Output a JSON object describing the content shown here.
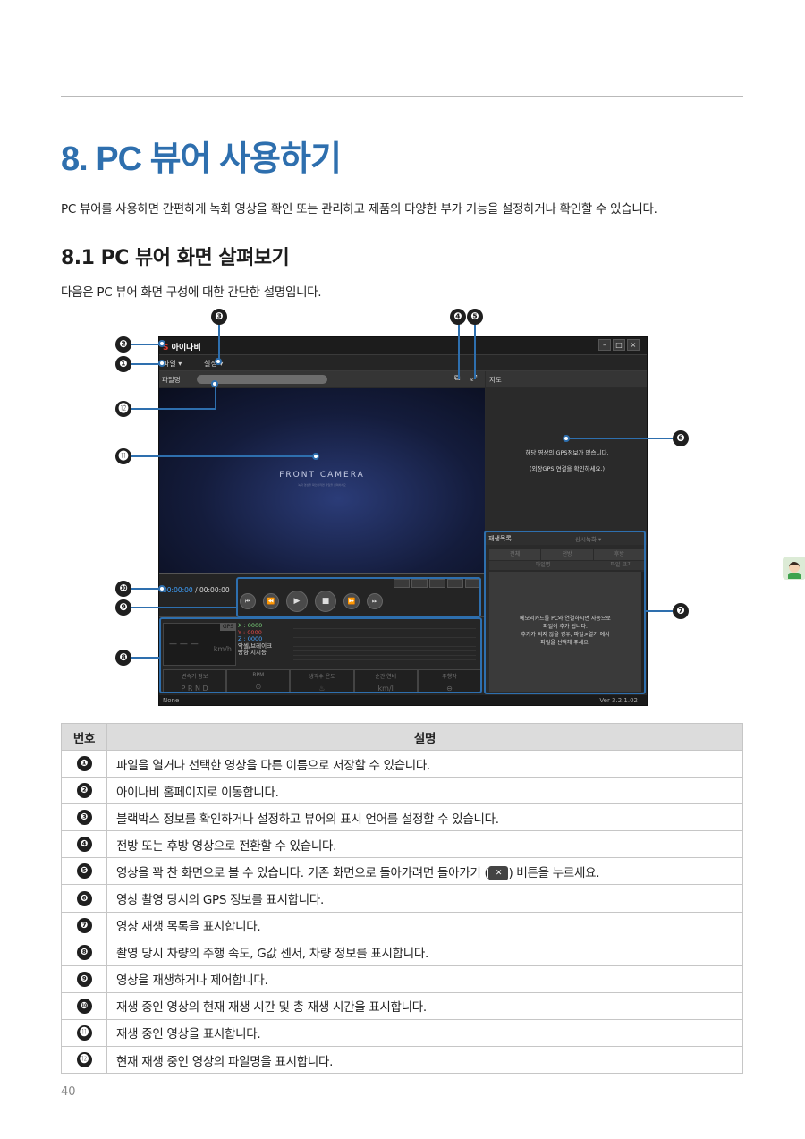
{
  "heading": "8.  PC 뷰어 사용하기",
  "intro": "PC 뷰어를 사용하면 간편하게 녹화 영상을 확인 또는 관리하고 제품의 다양한 부가 기능을 설정하거나 확인할 수 있습니다.",
  "subheading": "8.1   PC 뷰어 화면 살펴보기",
  "subintro": "다음은 PC 뷰어 화면 구성에 대한 간단한 설명입니다.",
  "callouts": [
    "❶",
    "❷",
    "❸",
    "❹",
    "❺",
    "❻",
    "❼",
    "❽",
    "❾",
    "❿",
    "⓫",
    "⓬"
  ],
  "app": {
    "logo_mark": "S",
    "logo_text": "아이나비",
    "win_min": "–",
    "win_max": "□",
    "win_close": "×",
    "menu_file": "파일 ▾",
    "menu_settings": "설정 ▾",
    "file_label": "파일명",
    "map_label": "지도",
    "front_camera": "FRONT CAMERA",
    "front_camera_note": "녹화 영상을 확인하려면 파일을 선택하세요",
    "no_gps_1": "해당 영상의 GPS정보가 없습니다.",
    "no_gps_2": "(외장GPS 연결을 확인하세요.)",
    "time_current": "00:00:00",
    "time_total": " / 00:00:00",
    "gps_badge": "GPS",
    "gps_x": "X : 0000",
    "gps_y": "Y : 0000",
    "gps_z": "Z : 0000",
    "brake": "악셀/브레이크",
    "turn": "방향 지시등",
    "speed_dash": "— — —",
    "speed_unit": "km/h",
    "stats": [
      {
        "label": "변속기 정보",
        "value": "P  R  N  D"
      },
      {
        "label": "RPM",
        "value": "⊙"
      },
      {
        "label": "냉각수 온도",
        "value": "♨"
      },
      {
        "label": "순간 연비",
        "value": "km/l"
      },
      {
        "label": "주행각",
        "value": "⊖"
      }
    ],
    "status_left": "None",
    "status_right": "Ver 3.2.1.02",
    "playlist_title": "재생목록",
    "playlist_dropdown": "상시녹화 ▾",
    "playlist_tabs": [
      "전체",
      "전방",
      "후방"
    ],
    "playlist_cols": [
      "파일명",
      "파일 크기"
    ],
    "playlist_msg": [
      "메모리카드를 PC와 연결하시면 자동으로",
      "파일이 추가 됩니다.",
      "추가가 되지 않을 경우, 파일>열기 에서",
      "파일을 선택해 주세요."
    ]
  },
  "table": {
    "col_no": "번호",
    "col_desc": "설명",
    "rows": [
      {
        "no": "❶",
        "desc": "파일을 열거나 선택한 영상을 다른 이름으로 저장할 수 있습니다."
      },
      {
        "no": "❷",
        "desc": "아이나비 홈페이지로 이동합니다."
      },
      {
        "no": "❸",
        "desc": "블랙박스 정보를 확인하거나 설정하고 뷰어의 표시 언어를 설정할 수 있습니다."
      },
      {
        "no": "❹",
        "desc": "전방 또는 후방 영상으로 전환할 수 있습니다."
      },
      {
        "no": "❺",
        "desc": "영상을 꽉 찬 화면으로 볼 수 있습니다. 기존 화면으로 돌아가려면 돌아가기 (",
        "desc_after": ") 버튼을 누르세요.",
        "icon": "✕"
      },
      {
        "no": "❻",
        "desc": "영상 촬영 당시의 GPS 정보를 표시합니다."
      },
      {
        "no": "❼",
        "desc": "영상 재생 목록을 표시합니다."
      },
      {
        "no": "❽",
        "desc": "촬영 당시 차량의 주행 속도, G값 센서, 차량 정보를 표시합니다."
      },
      {
        "no": "❾",
        "desc": "영상을 재생하거나 제어합니다."
      },
      {
        "no": "❿",
        "desc": "재생 중인 영상의 현재 재생 시간 및 총 재생 시간을 표시합니다."
      },
      {
        "no": "⓫",
        "desc": "재생 중인 영상을 표시합니다."
      },
      {
        "no": "⓬",
        "desc": "현재 재생 중인 영상의 파일명을 표시합니다."
      }
    ]
  },
  "page_number": "40",
  "colors": {
    "accent": "#2e6fae",
    "callout": "#1f1f1f"
  }
}
